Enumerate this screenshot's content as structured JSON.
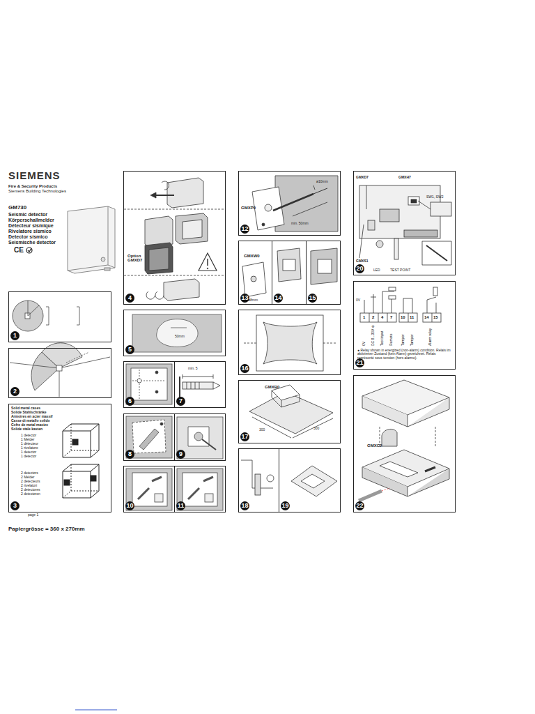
{
  "diagram": {
    "title": "SIEMENS",
    "nodes": [
      {
        "text": [
          "1"
        ]
      },
      {
        "text": [
          "2"
        ]
      },
      {
        "text": [
          "3"
        ]
      },
      {
        "text": [
          "4"
        ]
      },
      {
        "text": [
          "5"
        ]
      },
      {
        "text": [
          "6"
        ]
      },
      {
        "text": [
          "7"
        ]
      },
      {
        "text": [
          "8"
        ]
      },
      {
        "text": [
          "9"
        ]
      },
      {
        "text": [
          "10"
        ]
      },
      {
        "text": [
          "11"
        ]
      },
      {
        "text": [
          "12"
        ]
      },
      {
        "text": [
          "13"
        ]
      },
      {
        "text": [
          "14"
        ]
      },
      {
        "text": [
          "15"
        ]
      },
      {
        "text": [
          "16"
        ]
      },
      {
        "text": [
          "17"
        ]
      },
      {
        "text": [
          "18"
        ]
      },
      {
        "text": [
          "19"
        ]
      },
      {
        "text": [
          "20"
        ]
      },
      {
        "text": [
          "21"
        ]
      },
      {
        "text": [
          "22"
        ]
      }
    ],
    "labels": [
      "Fire & Security Products",
      "Siemens Building Technologies",
      "GM730",
      "Seismic detector",
      "Körperschallmelder",
      "Détecteur sismique",
      "Rivelatore sismico",
      "Detector sísmico",
      "Seismische detector",
      "CE",
      "page 1",
      "Papiergrösse = 360 x 270mm",
      "Solid metal cases",
      "Solide Stahlschränke",
      "Armoires en acier massif",
      "Casse di metallo solido",
      "Cofre de metal macizo",
      "Solide stale kasten",
      "1 detector",
      "1 Melder",
      "1 détecteur",
      "1 rivelatore",
      "1 detector",
      "1 detector",
      "2 detectors",
      "2 Melder",
      "2 détecteurs",
      "2 rivelatori",
      "2 detectores",
      "2 detectoren",
      "Option GMXD7",
      "50mm",
      "min. 5",
      "GMXP0",
      "ø10mm",
      "min. 50mm",
      "GMXW0",
      "ø8mm",
      "GMXB0",
      "300",
      "300",
      "GMXD7",
      "GMXH7",
      "SW1, SW2",
      "GMXS1",
      "LED",
      "TEST POINT",
      "0V",
      "1",
      "2",
      "4",
      "7",
      "10",
      "11",
      "14",
      "15",
      "0V",
      "DC 8...30V ⊕",
      "Test input",
      "Remote",
      "Tamper",
      "Tamper",
      "Alarm relay",
      "● Relay shown in energized (non-alarm) condition. Relais im aktivierten Zustand (kein Alarm) gezeichnet. Relais représenté sous tension (hors alarme).",
      "GMXC2"
    ]
  }
}
